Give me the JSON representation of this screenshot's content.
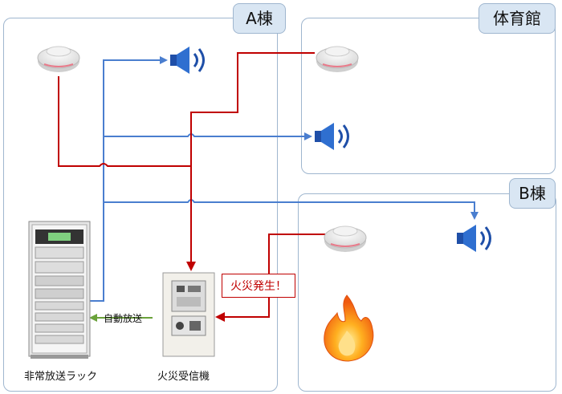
{
  "zones": {
    "a_building": "A棟",
    "gymnasium": "体育館",
    "b_building": "B棟"
  },
  "labels": {
    "emergency_rack": "非常放送ラック",
    "fire_receiver": "火災受信機",
    "auto_broadcast": "自動放送",
    "fire_alert": "火災発生！"
  },
  "colors": {
    "alarm_line": "#c00000",
    "broadcast_line": "#4a7ecf",
    "auto_line": "#6aa23a",
    "zone_border": "#9fb6cf",
    "zone_tab": "#d9e6f3"
  },
  "icons": [
    "smoke-detector-icon",
    "speaker-icon",
    "flame-icon",
    "equipment-rack",
    "fire-receiver-panel"
  ]
}
